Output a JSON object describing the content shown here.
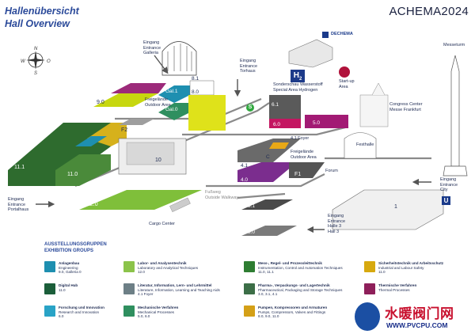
{
  "header": {
    "title_de": "Hallenübersicht",
    "title_en": "Hall Overview",
    "brand": "ACHEMA2024"
  },
  "compass": {
    "n": "N",
    "o": "O",
    "s": "S",
    "w": "W"
  },
  "entrances": {
    "galleria": [
      "Eingang",
      "Entrance",
      "Galleria"
    ],
    "torhaus": [
      "Eingang",
      "Entrance",
      "Torhaus"
    ],
    "portalhaus": [
      "Eingang",
      "Entrance",
      "Portalhaus"
    ],
    "city": [
      "Eingang",
      "Entrance",
      "City"
    ],
    "hall3": [
      "Eingang",
      "Entrance",
      "Halle 3",
      "Hall 3"
    ]
  },
  "places": {
    "messeturm": "Messeturm",
    "dechema": "DECHEMA",
    "h2": "H",
    "h2_sub": "2",
    "sonderschau": [
      "Sonderschau Wasserstoff",
      "Special Area Hydrogen"
    ],
    "startup": [
      "Start-up",
      "Area"
    ],
    "congress": [
      "Congress Center",
      "Messe Frankfurt"
    ],
    "freigelaende_w": [
      "Freigelände",
      "Outdoor Area"
    ],
    "freigelaende_e": [
      "Freigelände",
      "Outdoor Area"
    ],
    "foyer": "4.1 Foyer",
    "festhalle": "Festhalle",
    "forum": "Forum",
    "fussweg": [
      "Fußweg",
      "Outside Walkway"
    ],
    "cargo": "Cargo Center",
    "u_sign": "U",
    "s_sign": "S"
  },
  "halls": {
    "h11_1": "11.1",
    "h11_0": "11.0",
    "h12_0": "12.0",
    "h9_0": "9.0",
    "gal1": "Gal.1",
    "gal0": "Gal.0",
    "h8_1": "8.1",
    "h8_0": "8.0",
    "f2": "F2",
    "h10": "10",
    "h6_1": "6.1",
    "h6_0": "6.0",
    "h5_0": "5.0",
    "h4_1": "4.1",
    "h4_0": "4.0",
    "c": "C",
    "f1": "F1",
    "h3_1": "3.1",
    "h3_0": "3.0",
    "h1": "1"
  },
  "legend": {
    "title": [
      "AUSSTELLUNGSGRUPPEN",
      "EXHIBITION GROUPS"
    ],
    "items": [
      {
        "icon": "plant-engineering-icon",
        "color": "#1e8fb0",
        "de": "Anlagenbau",
        "en": "Engineering",
        "halls": "9.0, Galleria 0"
      },
      {
        "icon": "lab-analytics-icon",
        "color": "#8bc34a",
        "de": "Labor- und Analysentechnik",
        "en": "Laboratory and Analytical Techniques",
        "halls": "12.0"
      },
      {
        "icon": "measuring-control-icon",
        "color": "#2e7d32",
        "de": "Mess-, Regel- und Prozessleittechnik",
        "en": "Instrumentation, Control and Automation Techniques",
        "halls": "11.0, 11.1"
      },
      {
        "icon": "safety-icon",
        "color": "#d7a90f",
        "de": "Sicherheitstechnik und Arbeitsschutz",
        "en": "Industrial and Labour Safety",
        "halls": "11.0"
      },
      {
        "icon": "digital-hub-icon",
        "color": "#1b5e3a",
        "de": "Digital Hub",
        "en": "",
        "halls": "11.0"
      },
      {
        "icon": "literature-icon",
        "color": "#6d7f86",
        "de": "Literatur, Information, Lern- und Lehrmittel",
        "en": "Literature, Information, Learning and Teaching Aids",
        "halls": "4.1 Foyer"
      },
      {
        "icon": "packaging-icon",
        "color": "#3c6e47",
        "de": "Pharma-, Verpackungs- und Lagertechnik",
        "en": "Pharmaceutical, Packaging and Storage Techniques",
        "halls": "3.0, 3.1, 4.1"
      },
      {
        "icon": "thermal-process-icon",
        "color": "#8e1f5a",
        "de": "Thermische Verfahren",
        "en": "Thermal Processes",
        "halls": ""
      },
      {
        "icon": "research-icon",
        "color": "#29a3c6",
        "de": "Forschung und Innovation",
        "en": "Research and Innovation",
        "halls": "6.0"
      },
      {
        "icon": "mechanical-process-icon",
        "color": "#2f8f5f",
        "de": "Mechanische Verfahren",
        "en": "Mechanical Processes",
        "halls": "5.0, 6.0"
      },
      {
        "icon": "pumps-valves-icon",
        "color": "#d4a017",
        "de": "Pumpen, Kompressoren und Armaturen",
        "en": "Pumps, Compressors, Valves and Fittings",
        "halls": "8.0, 9.0, 11.0"
      }
    ]
  },
  "watermark": {
    "title": "水暖阀门网",
    "url": "WWW.PVCPU.COM"
  }
}
